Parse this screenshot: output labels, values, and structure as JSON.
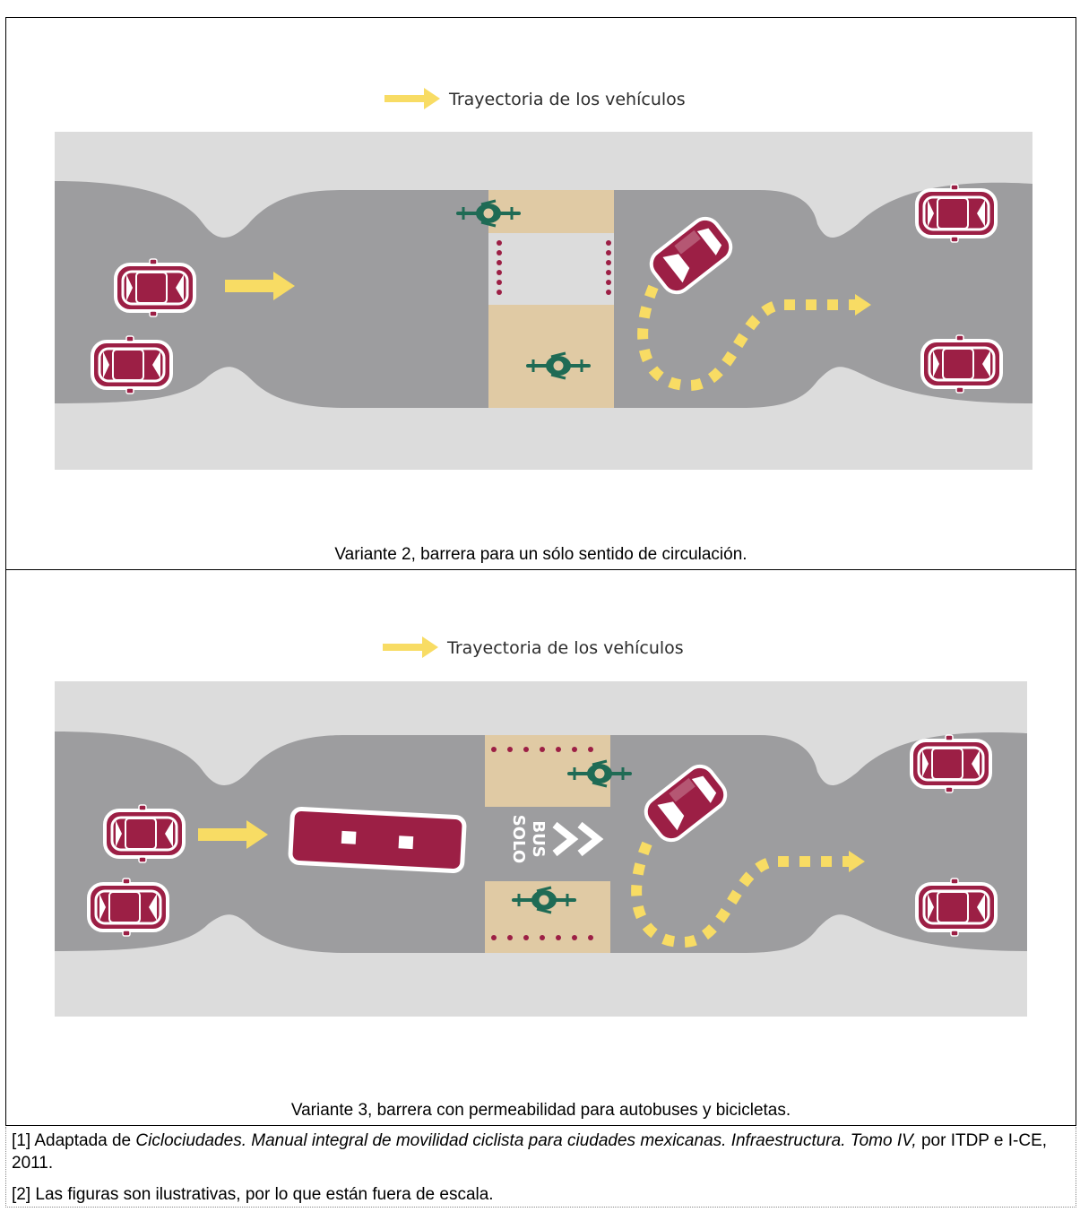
{
  "legend": {
    "label": "Trayectoria de los vehículos"
  },
  "figures": [
    {
      "id": "variante-2",
      "caption": "Variante 2, barrera para un sólo sentido de circulación."
    },
    {
      "id": "variante-3",
      "caption": "Variante 3, barrera con permeabilidad para autobuses y bicicletas.",
      "bus_lane_text": [
        "BUS",
        "SOLO"
      ]
    }
  ],
  "notes": {
    "note1": {
      "prefix": "[1] Adaptada de ",
      "title": "Ciclociudades. Manual integral de movilidad ciclista para ciudades mexicanas. Infraestructura. Tomo IV,",
      "suffix": " por ITDP e I-CE, 2011."
    },
    "note2": "[2] Las figuras son ilustrativas, por lo que están fuera de escala."
  },
  "colors": {
    "road": "#9d9d9f",
    "sidewalk": "#dcdcdc",
    "crossing": "#e0caa4",
    "car": "#9c1f45",
    "arrow": "#f8dc64",
    "bicycle": "#1f6b55"
  }
}
